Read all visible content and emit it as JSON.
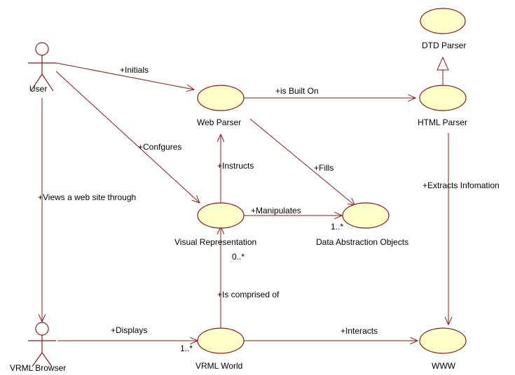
{
  "actors": {
    "user": "User",
    "vrml_browser": "VRML Browser"
  },
  "usecases": {
    "dtd_parser": "DTD Parser",
    "web_parser": "Web Parser",
    "html_parser": "HTML Parser",
    "visual_representation": "Visual Representation",
    "data_abstraction_objects": "Data Abstraction Objects",
    "vrml_world": "VRML World",
    "www": "WWW"
  },
  "associations": {
    "initials": "+Initials",
    "configures": "+Confgures",
    "views_web_site": "+Views a web site through",
    "is_built_on": "+is Built On",
    "instructs": "+Instructs",
    "fills": "+Fills",
    "manipulates": "+Manipulates",
    "extracts_information": "+Extracts Infomation",
    "displays": "+Displays",
    "is_comprised_of": "+Is comprised of",
    "interacts": "+Interacts"
  },
  "multiplicities": {
    "data_abstraction_objects": "1..*",
    "visual_representation": "0..*",
    "vrml_world": "1..*"
  },
  "colors": {
    "node_fill": "#ffffc9",
    "line": "#8b1a1a",
    "text": "#000000"
  }
}
